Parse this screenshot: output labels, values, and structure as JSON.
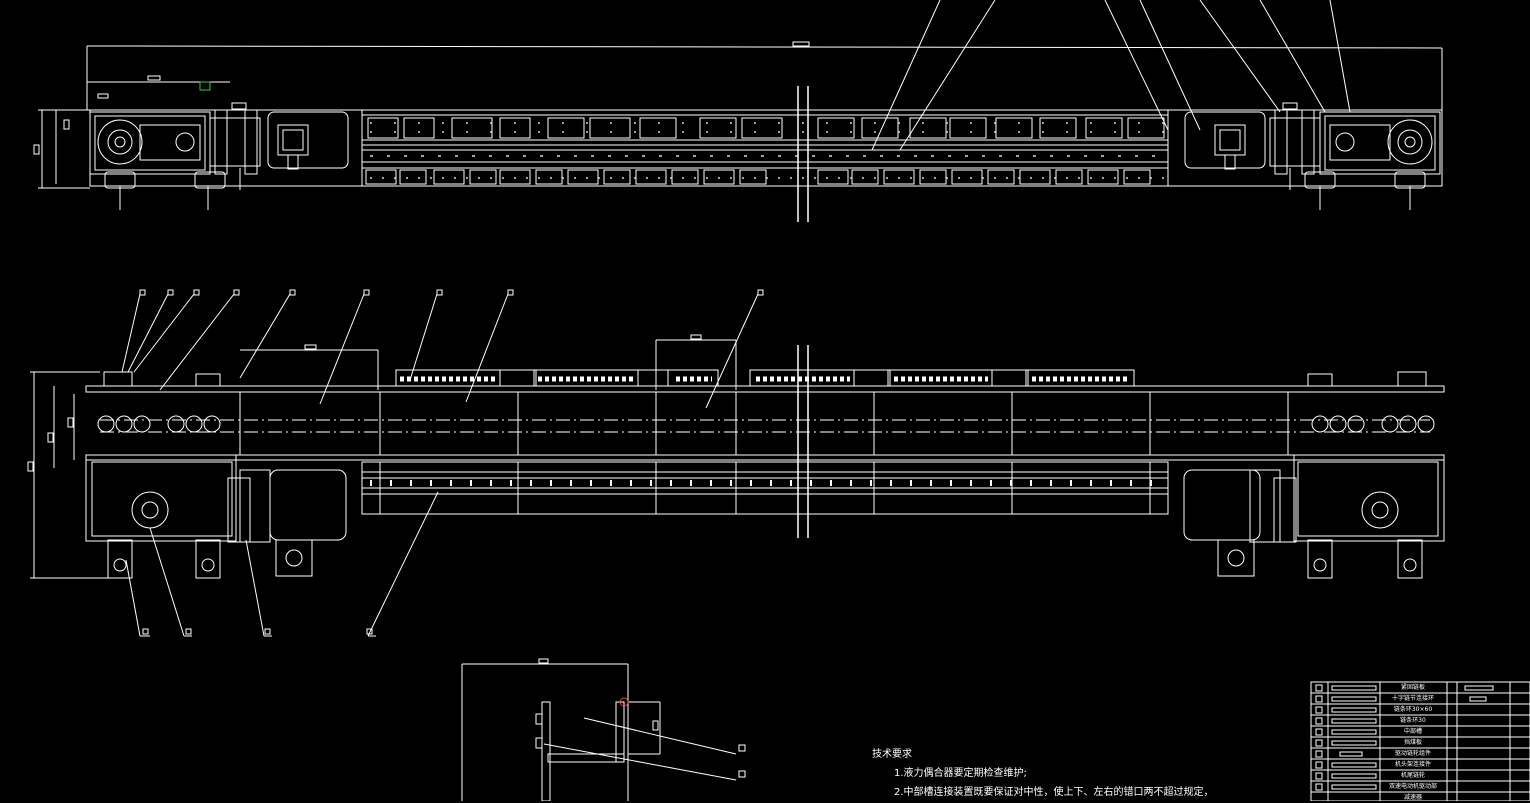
{
  "drawing": {
    "views": [
      "top-view",
      "front-view",
      "section-detail"
    ]
  },
  "notes": {
    "heading": "技术要求",
    "items": [
      "1.液力偶合器要定期检查维护;",
      "2.中部槽连接装置既要保证对中性，使上下、左右的错口两不超过规定，"
    ]
  },
  "bom": {
    "rows": [
      "紧固链板",
      "十字链节连接环",
      "链条环30×60",
      "链条环30",
      "中部槽",
      "挡煤板",
      "驱动链轮组件",
      "机头架连接件",
      "机尾链轮",
      "双速电动机驱动部",
      "减速器"
    ]
  }
}
